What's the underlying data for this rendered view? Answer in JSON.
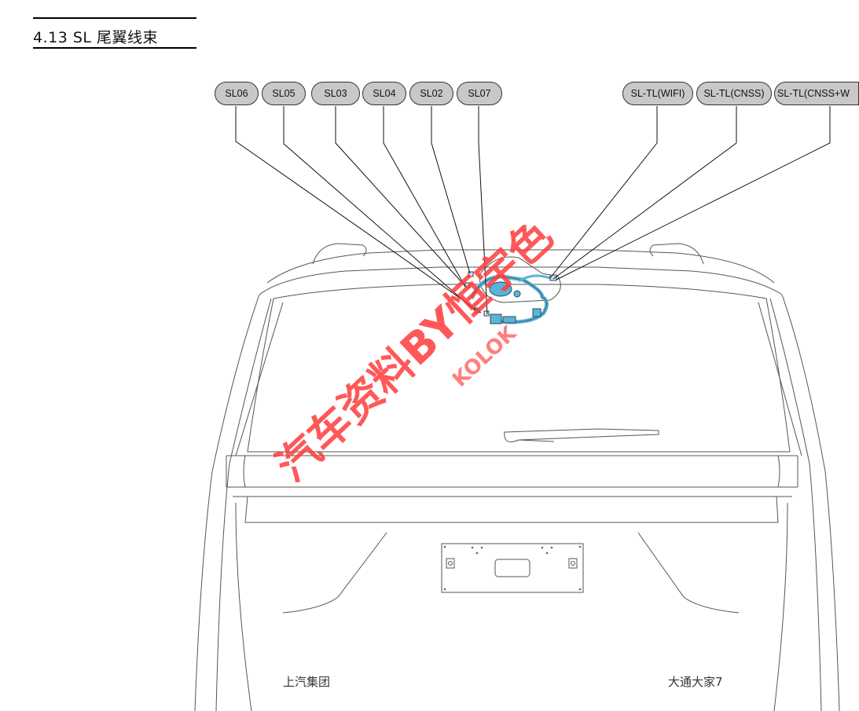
{
  "section": {
    "number": "4.13",
    "title": "SL 尾翼线束"
  },
  "callouts": [
    {
      "id": "sl06",
      "text": "SL06"
    },
    {
      "id": "sl05",
      "text": "SL05"
    },
    {
      "id": "sl03",
      "text": "SL03"
    },
    {
      "id": "sl04",
      "text": "SL04"
    },
    {
      "id": "sl02",
      "text": "SL02"
    },
    {
      "id": "sl07",
      "text": "SL07"
    },
    {
      "id": "sl-tl-wifi",
      "text": "SL-TL(WIFI)"
    },
    {
      "id": "sl-tl-cnss",
      "text": "SL-TL(CNSS)"
    },
    {
      "id": "sl-tl-cnss-w",
      "text": "SL-TL(CNSS+W"
    }
  ],
  "vehicle": {
    "left_badge": "上汽集团",
    "right_badge": "大通大家7"
  },
  "watermark": {
    "main": "汽车资料BY恒宇色",
    "sub": "KOLOK",
    "color": "#ff3b3b"
  },
  "colors": {
    "harness": "#5ab4d6",
    "callout_fill": "#c8c8c8"
  }
}
